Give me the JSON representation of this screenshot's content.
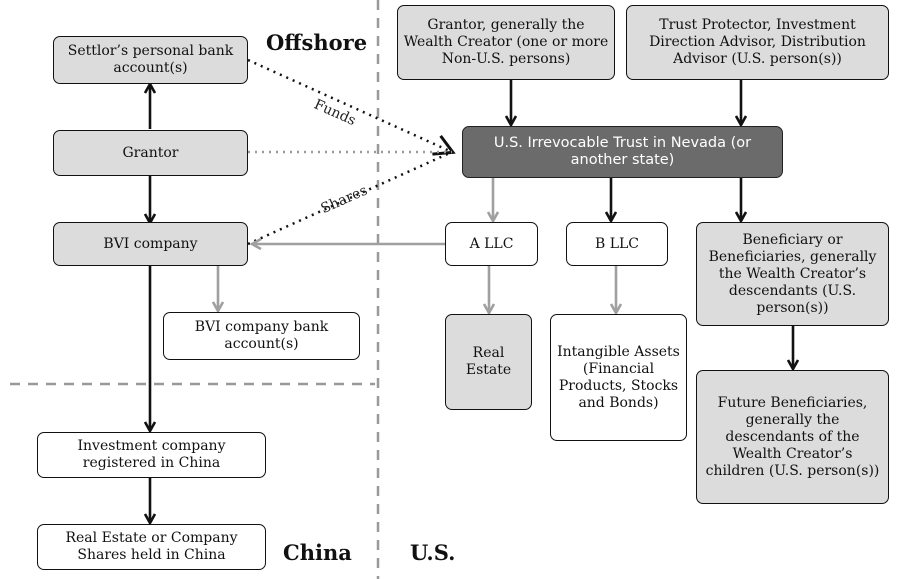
{
  "regions": {
    "offshore": "Offshore",
    "china": "China",
    "us": "U.S."
  },
  "nodes": {
    "settlor_account": "Settlor’s personal bank account(s)",
    "grantor_left": "Grantor",
    "bvi_company": "BVI company",
    "bvi_bank": "BVI company bank account(s)",
    "china_investment_co": "Investment company registered in China",
    "china_assets": "Real Estate or Company Shares held in China",
    "grantor_top": "Grantor, generally the Wealth Creator (one or more Non-U.S. persons)",
    "trust_protector": "Trust Protector, Investment Direction Advisor, Distribution Advisor (U.S. person(s))",
    "us_trust": "U.S. Irrevocable Trust in Nevada (or another state)",
    "a_llc": "A LLC",
    "b_llc": "B LLC",
    "real_estate": "Real Estate",
    "intangible_assets": "Intangible Assets (Financial Products, Stocks and Bonds)",
    "beneficiaries": "Beneficiary or Beneficiaries, generally the Wealth Creator’s descendants (U.S. person(s))",
    "future_beneficiaries": "Future Beneficiaries, generally the descendants of the Wealth Creator’s children (U.S. person(s))"
  },
  "edge_labels": {
    "funds": "Funds",
    "shares": "Shares"
  },
  "colors": {
    "gray_fill": "#dcdcdc",
    "trust_fill": "#6b6b6b",
    "gray_arrow": "#a0a0a0",
    "black_arrow": "#111111"
  }
}
